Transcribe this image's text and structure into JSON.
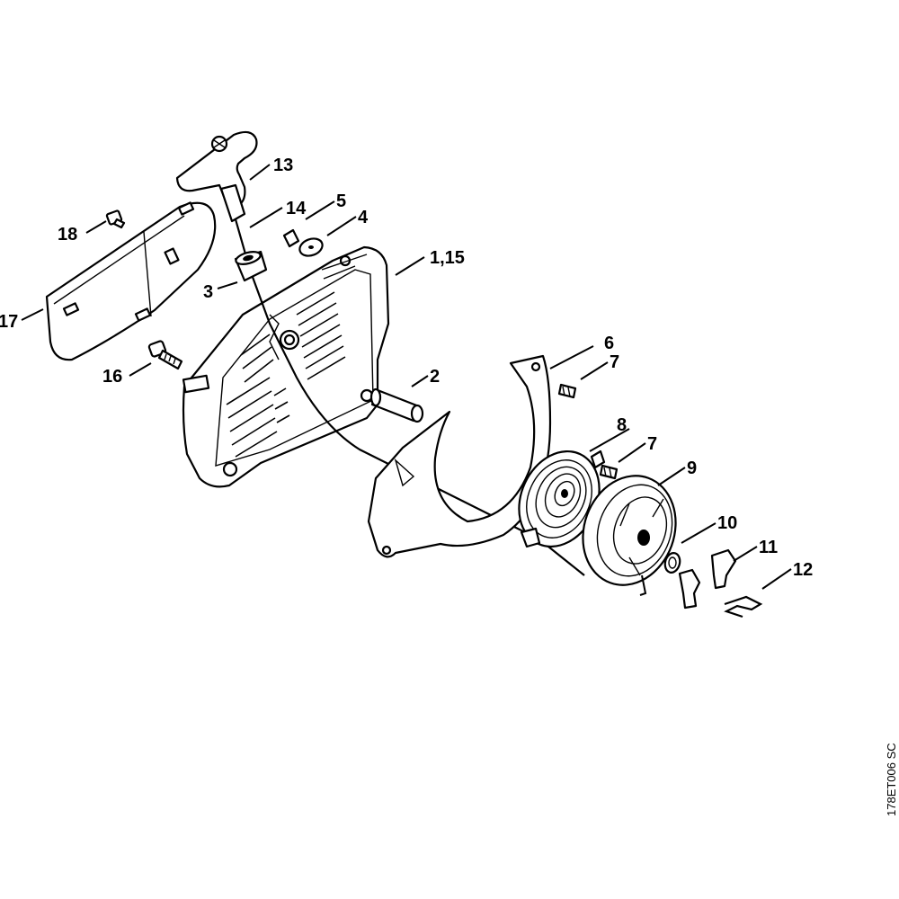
{
  "diagram": {
    "drawing_code": "178ET006 SC",
    "callouts": [
      {
        "id": "c1",
        "text": "1,15"
      },
      {
        "id": "c2",
        "text": "2"
      },
      {
        "id": "c3",
        "text": "3"
      },
      {
        "id": "c4",
        "text": "4"
      },
      {
        "id": "c5",
        "text": "5"
      },
      {
        "id": "c6",
        "text": "6"
      },
      {
        "id": "c7a",
        "text": "7"
      },
      {
        "id": "c7b",
        "text": "7"
      },
      {
        "id": "c8",
        "text": "8"
      },
      {
        "id": "c9",
        "text": "9"
      },
      {
        "id": "c10",
        "text": "10"
      },
      {
        "id": "c11",
        "text": "11"
      },
      {
        "id": "c12",
        "text": "12"
      },
      {
        "id": "c13",
        "text": "13"
      },
      {
        "id": "c14",
        "text": "14"
      },
      {
        "id": "c16",
        "text": "16"
      },
      {
        "id": "c17",
        "text": "17"
      },
      {
        "id": "c18",
        "text": "18"
      }
    ]
  }
}
